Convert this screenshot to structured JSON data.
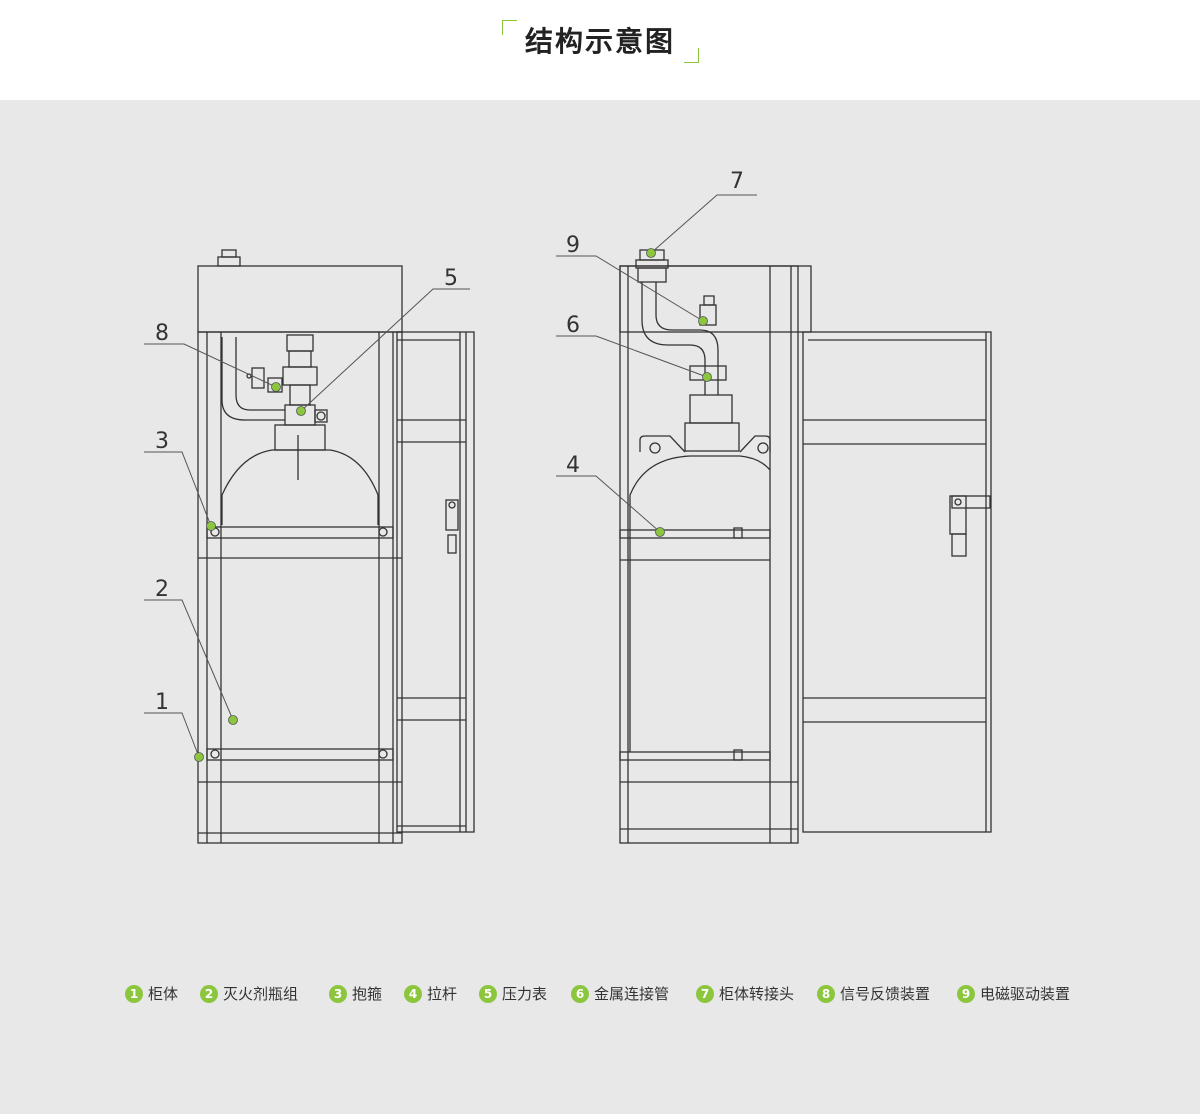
{
  "header": {
    "title": "结构示意图"
  },
  "callouts": [
    "1",
    "2",
    "3",
    "4",
    "5",
    "6",
    "7",
    "8",
    "9"
  ],
  "legend": [
    {
      "num": "1",
      "label": "柜体"
    },
    {
      "num": "2",
      "label": "灭火剂瓶组"
    },
    {
      "num": "3",
      "label": "抱箍"
    },
    {
      "num": "4",
      "label": "拉杆"
    },
    {
      "num": "5",
      "label": "压力表"
    },
    {
      "num": "6",
      "label": "金属连接管"
    },
    {
      "num": "7",
      "label": "柜体转接头"
    },
    {
      "num": "8",
      "label": "信号反馈装置"
    },
    {
      "num": "9",
      "label": "电磁驱动装置"
    }
  ],
  "colors": {
    "accent": "#8cc63f",
    "line": "#333333",
    "panel": "#e8e8e8"
  }
}
